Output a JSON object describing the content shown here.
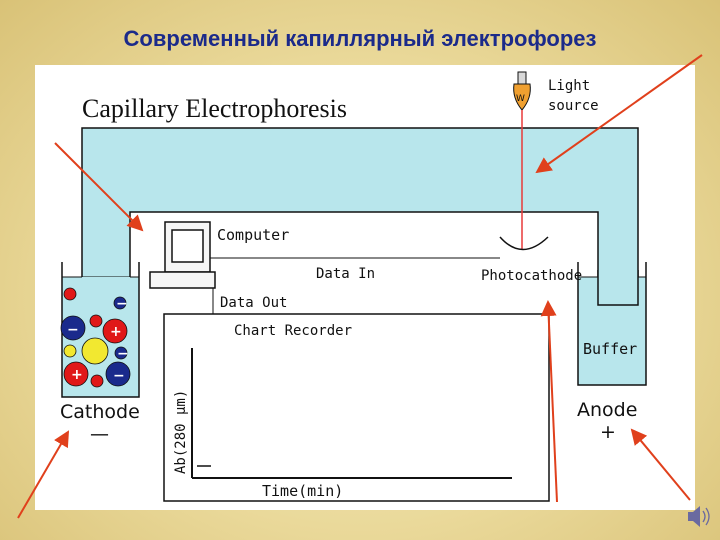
{
  "slide": {
    "title": "Современный капиллярный электрофорез"
  },
  "diagram": {
    "heading": "Capillary Electrophoresis",
    "light_source_line1": "Light",
    "light_source_line2": "source",
    "computer": "Computer",
    "data_in": "Data In",
    "data_out": "Data Out",
    "photocathode": "Photocathode",
    "chart_recorder": "Chart Recorder",
    "y_axis": "Ab(280 μm)",
    "x_axis": "Time(min)",
    "buffer": "Buffer",
    "cathode": "Cathode",
    "cathode_sign": "—",
    "anode": "Anode",
    "anode_sign": "+",
    "lamp_letter": "W",
    "ion_minus": "−",
    "ion_plus": "+"
  },
  "colors": {
    "buffer_fill": "#b8e6ec",
    "title_color": "#1b2a8a",
    "arrow_color": "#e0401c",
    "ion_red": "#e01818",
    "ion_blue": "#1a2a8c",
    "ion_yellow": "#f2e830",
    "lamp_orange": "#f0a030"
  },
  "icons": {
    "speaker": "speaker-icon"
  }
}
